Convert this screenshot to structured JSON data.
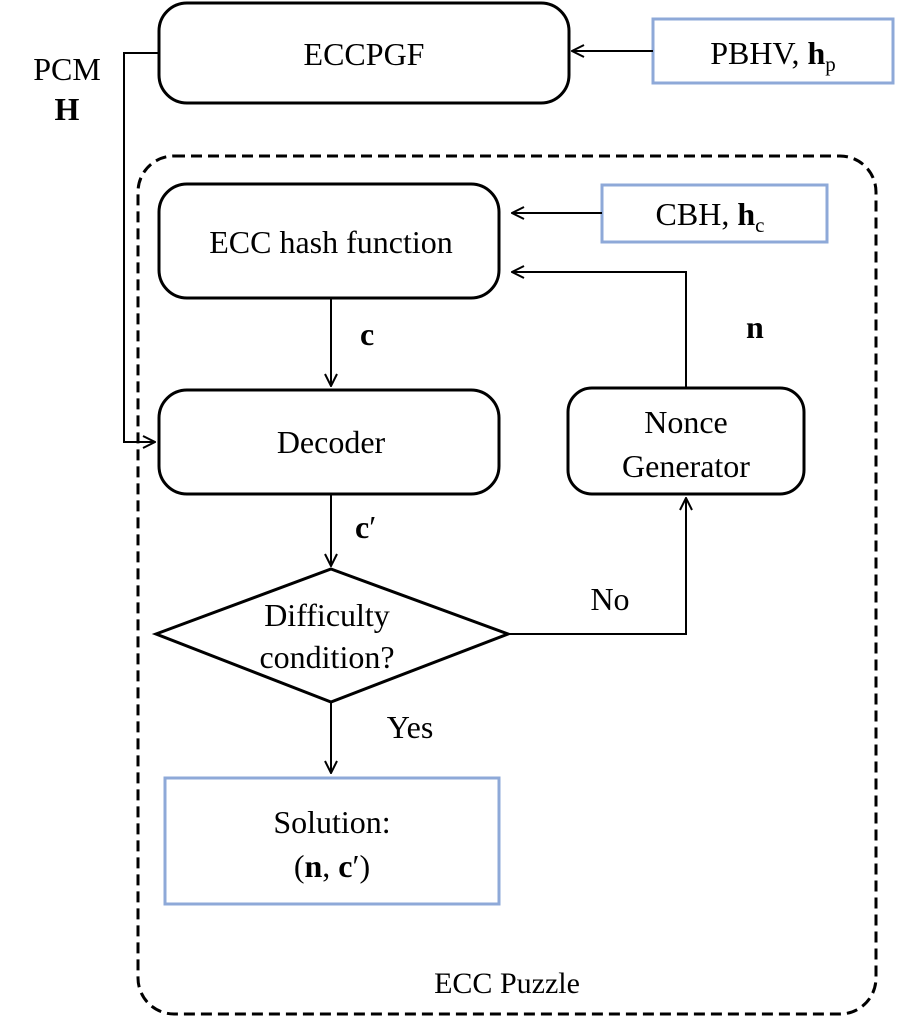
{
  "colors": {
    "stroke": "#000000",
    "accent_box": "#8ea9d8",
    "background": "#ffffff"
  },
  "pcm": {
    "label": "PCM",
    "symbol": "H"
  },
  "eccpgf": {
    "label": "ECCPGF"
  },
  "pbhv": {
    "label": "PBHV, ",
    "symbol": "h",
    "subscript": "p"
  },
  "puzzle": {
    "label": "ECC Puzzle"
  },
  "hash_function": {
    "label": "ECC hash function"
  },
  "cbh": {
    "label": "CBH, ",
    "symbol": "h",
    "subscript": "c"
  },
  "codeword": {
    "label": "c"
  },
  "nonce": {
    "label": "n"
  },
  "decoder": {
    "label": "Decoder"
  },
  "nonce_generator": {
    "line1": "Nonce",
    "line2": "Generator"
  },
  "decoded": {
    "symbol": "c",
    "prime": "′"
  },
  "difficulty": {
    "line1": "Difficulty",
    "line2": "condition?"
  },
  "branch_no": {
    "label": "No"
  },
  "branch_yes": {
    "label": "Yes"
  },
  "solution": {
    "line1": "Solution:",
    "open": "(",
    "n": "n",
    "sep": ", ",
    "c": "c",
    "prime": "′",
    "close": ")"
  }
}
